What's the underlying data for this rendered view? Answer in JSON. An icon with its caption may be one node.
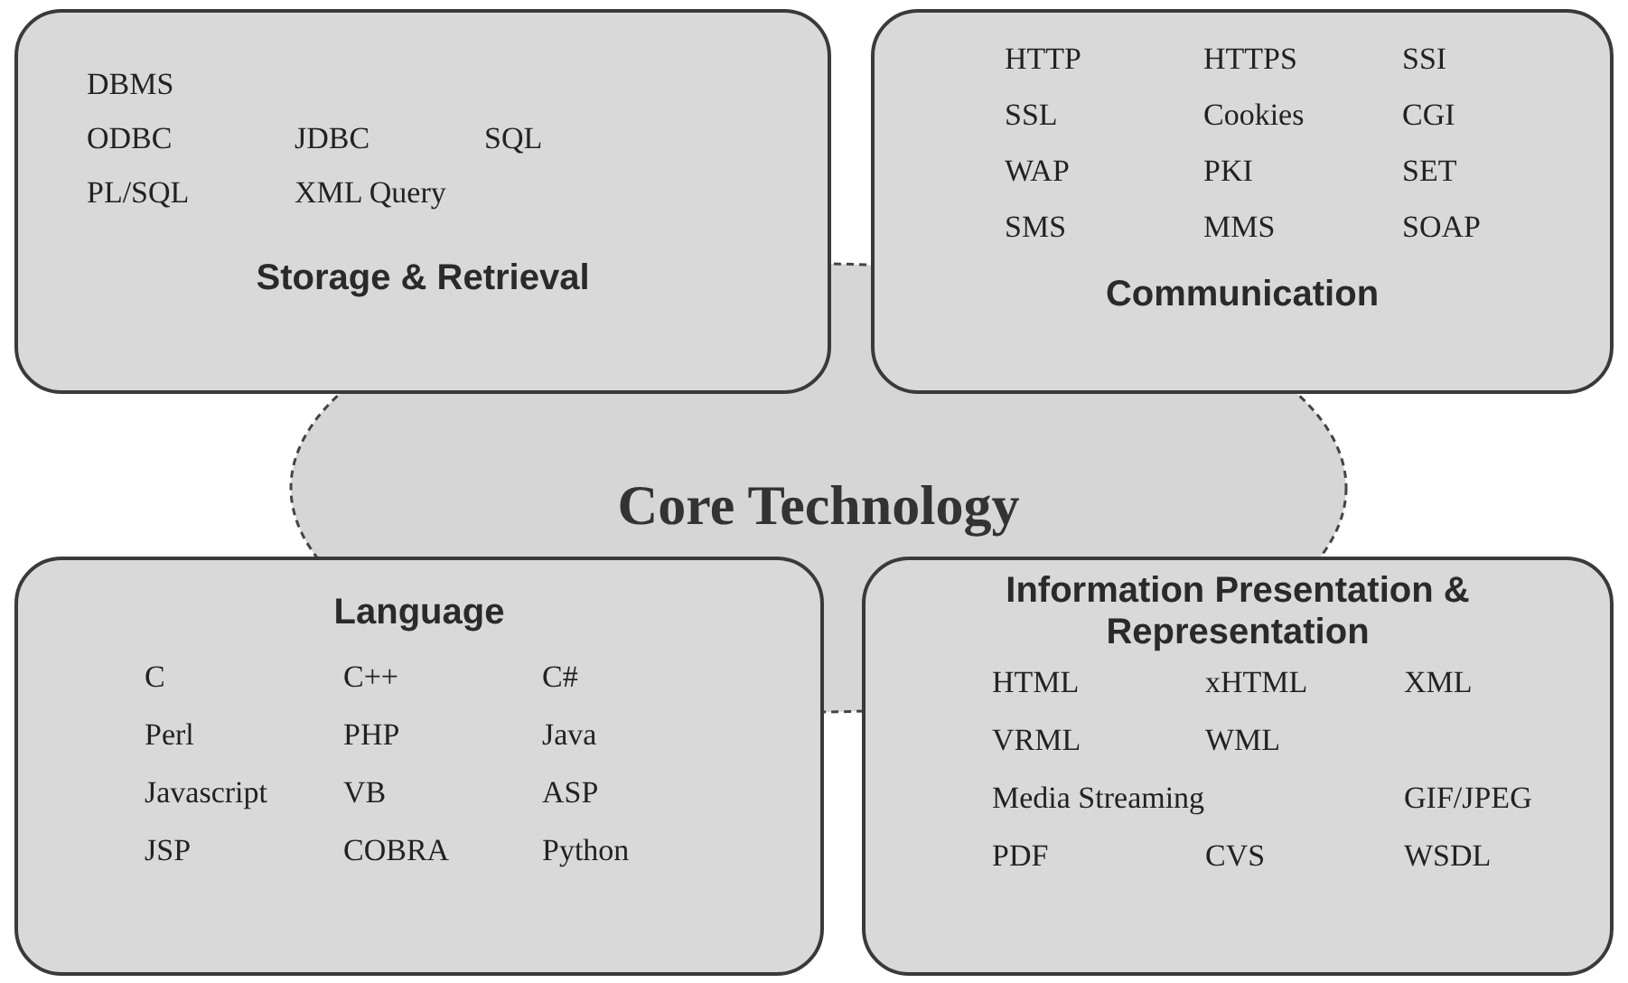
{
  "diagram": {
    "nodes": [
      {
        "text": [
          "DBMS",
          "ODBC",
          "JDBC",
          "SQL",
          "PL/SQL",
          "XML Query",
          "Storage & Retrieval"
        ]
      },
      {
        "text": [
          "HTTP",
          "HTTPS",
          "SSI",
          "SSL",
          "Cookies",
          "CGI",
          "WAP",
          "PKI",
          "SET",
          "SMS",
          "MMS",
          "SOAP",
          "Communication"
        ]
      },
      {
        "text": [
          "Core Technology"
        ]
      },
      {
        "text": [
          "Language",
          "C",
          "C++",
          "C#",
          "Perl",
          "PHP",
          "Java",
          "Javascript",
          "VB",
          "ASP",
          "JSP",
          "COBRA",
          "Python"
        ]
      },
      {
        "text": [
          "Information Presentation & Representation",
          "HTML",
          "xHTML",
          "XML",
          "VRML",
          "WML",
          "Media Streaming",
          "GIF/JPEG",
          "PDF",
          "CVS",
          "WSDL"
        ]
      }
    ]
  }
}
